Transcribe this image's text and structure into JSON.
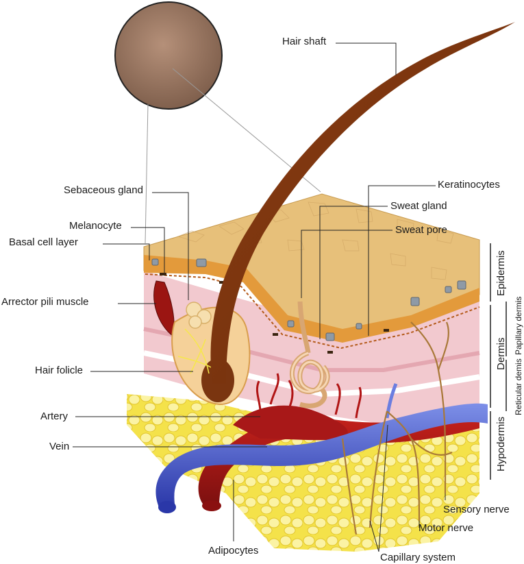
{
  "labels": {
    "hair_shaft": "Hair shaft",
    "keratinocytes": "Keratinocytes",
    "sebaceous_gland": "Sebaceous gland",
    "sweat_gland": "Sweat gland",
    "sweat_pore": "Sweat pore",
    "melanocyte": "Melanocyte",
    "basal_cell_layer": "Basal cell layer",
    "arrector_pili_muscle": "Arrector pili muscle",
    "hair_folicle": "Hair folicle",
    "artery": "Artery",
    "vein": "Vein",
    "adipocytes": "Adipocytes",
    "capillary_system": "Capillary system",
    "motor_nerve": "Motor nerve",
    "sensory_nerve": "Sensory nerve"
  },
  "layers": {
    "epidermis": "Epidermis",
    "dermis": "Dermis",
    "hypodermis": "Hypodermis",
    "papillary_dermis": "Papillary dermis",
    "reticular_dermis": "Reticular demis"
  }
}
